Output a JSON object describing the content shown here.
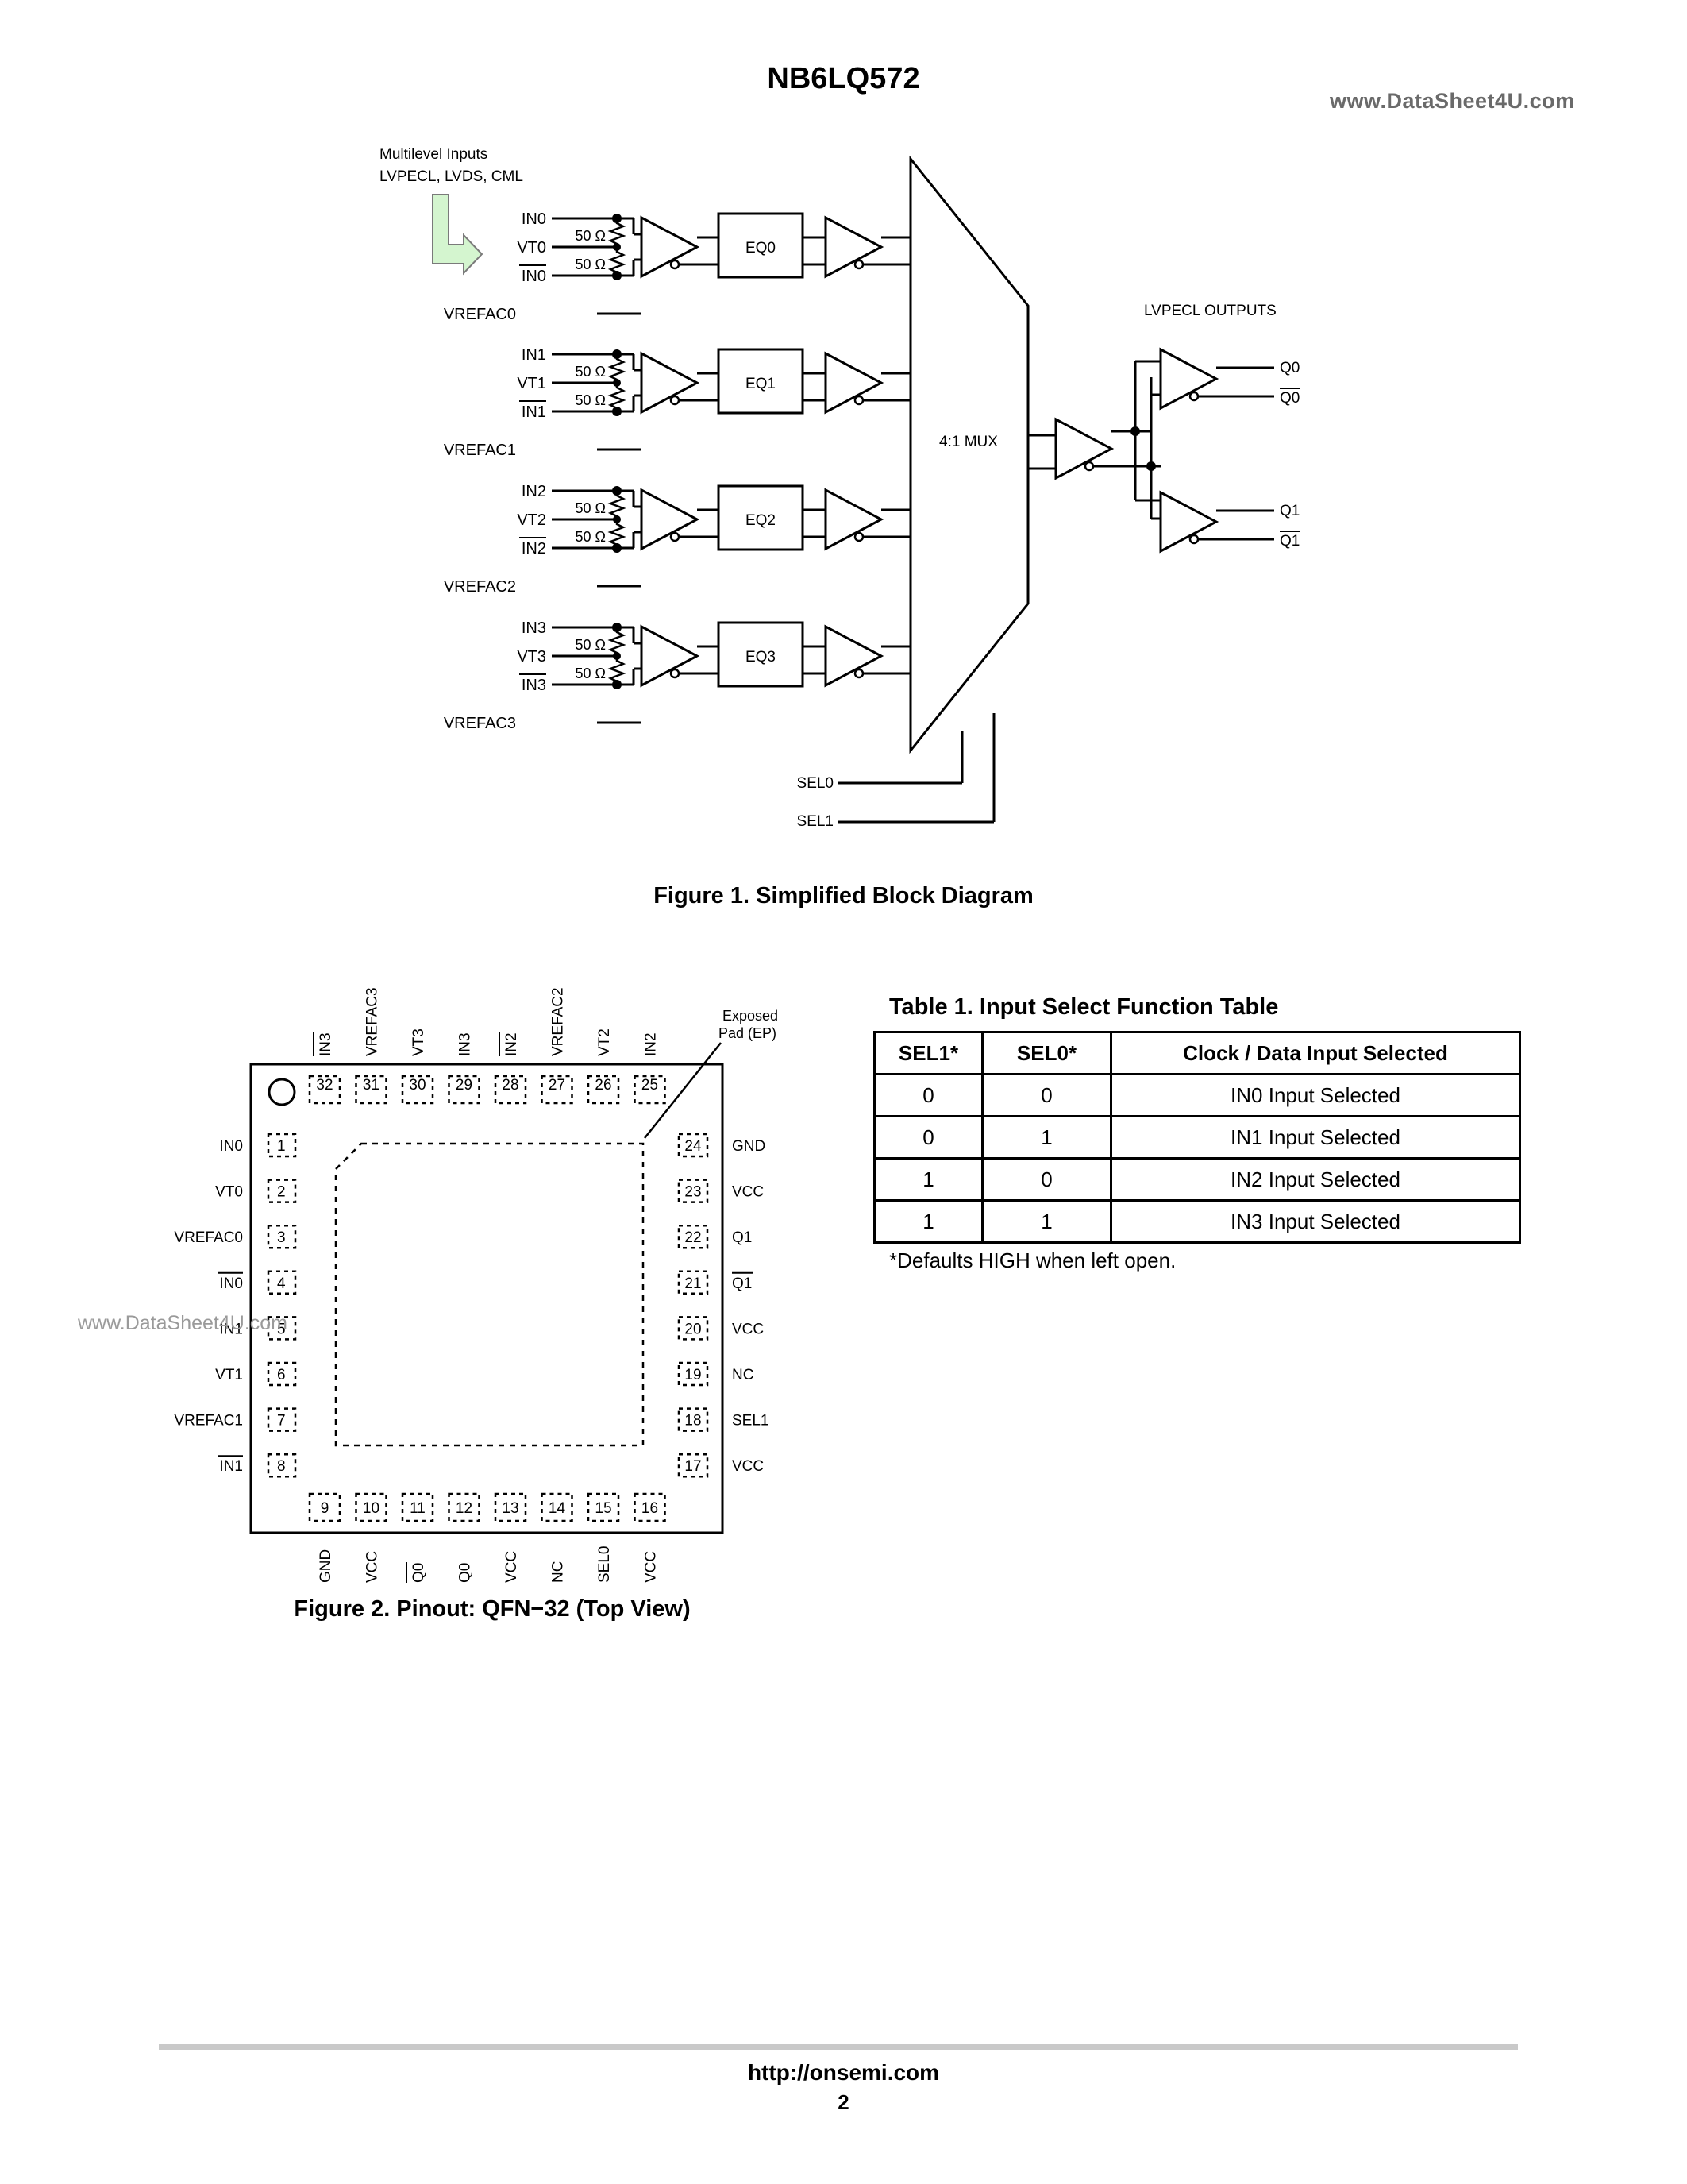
{
  "header": {
    "part_number": "NB6LQ572",
    "watermark": "www.DataSheet4U.com"
  },
  "figure1": {
    "input_note_line1": "Multilevel Inputs",
    "input_note_line2": "LVPECL, LVDS, CML",
    "resistor_label": "50 Ω",
    "channels": [
      {
        "in": "IN0",
        "vt": "VT0",
        "inb": "IN0",
        "vref": "VREFAC0",
        "eq": "EQ0",
        "mux_in": "0"
      },
      {
        "in": "IN1",
        "vt": "VT1",
        "inb": "IN1",
        "vref": "VREFAC1",
        "eq": "EQ1",
        "mux_in": "1"
      },
      {
        "in": "IN2",
        "vt": "VT2",
        "inb": "IN2",
        "vref": "VREFAC2",
        "eq": "EQ2",
        "mux_in": "2"
      },
      {
        "in": "IN3",
        "vt": "VT3",
        "inb": "IN3",
        "vref": "VREFAC3",
        "eq": "EQ3",
        "mux_in": "3"
      }
    ],
    "mux_label": "4:1 MUX",
    "outputs_label": "LVPECL OUTPUTS",
    "outputs": [
      "Q0",
      "Q0",
      "Q1",
      "Q1"
    ],
    "selects": [
      "SEL0",
      "SEL1"
    ],
    "caption": "Figure 1. Simplified Block Diagram"
  },
  "figure2": {
    "exposed_pad_line1": "Exposed",
    "exposed_pad_line2": "Pad (EP)",
    "left_pins": [
      {
        "num": "1",
        "name": "IN0",
        "bar": false
      },
      {
        "num": "2",
        "name": "VT0",
        "bar": false
      },
      {
        "num": "3",
        "name": "VREFAC0",
        "bar": false
      },
      {
        "num": "4",
        "name": "IN0",
        "bar": true
      },
      {
        "num": "5",
        "name": "IN1",
        "bar": false
      },
      {
        "num": "6",
        "name": "VT1",
        "bar": false
      },
      {
        "num": "7",
        "name": "VREFAC1",
        "bar": false
      },
      {
        "num": "8",
        "name": "IN1",
        "bar": true
      }
    ],
    "right_pins": [
      {
        "num": "24",
        "name": "GND",
        "bar": false
      },
      {
        "num": "23",
        "name": "VCC",
        "bar": false
      },
      {
        "num": "22",
        "name": "Q1",
        "bar": false
      },
      {
        "num": "21",
        "name": "Q1",
        "bar": true
      },
      {
        "num": "20",
        "name": "VCC",
        "bar": false
      },
      {
        "num": "19",
        "name": "NC",
        "bar": false
      },
      {
        "num": "18",
        "name": "SEL1",
        "bar": false
      },
      {
        "num": "17",
        "name": "VCC",
        "bar": false
      }
    ],
    "top_pins": [
      {
        "num": "32",
        "name": "IN3",
        "bar": true
      },
      {
        "num": "31",
        "name": "VREFAC3",
        "bar": false
      },
      {
        "num": "30",
        "name": "VT3",
        "bar": false
      },
      {
        "num": "29",
        "name": "IN3",
        "bar": false
      },
      {
        "num": "28",
        "name": "IN2",
        "bar": true
      },
      {
        "num": "27",
        "name": "VREFAC2",
        "bar": false
      },
      {
        "num": "26",
        "name": "VT2",
        "bar": false
      },
      {
        "num": "25",
        "name": "IN2",
        "bar": false
      }
    ],
    "bottom_pins": [
      {
        "num": "9",
        "name": "GND",
        "bar": false
      },
      {
        "num": "10",
        "name": "VCC",
        "bar": false
      },
      {
        "num": "11",
        "name": "Q0",
        "bar": true
      },
      {
        "num": "12",
        "name": "Q0",
        "bar": false
      },
      {
        "num": "13",
        "name": "VCC",
        "bar": false
      },
      {
        "num": "14",
        "name": "NC",
        "bar": false
      },
      {
        "num": "15",
        "name": "SEL0",
        "bar": false
      },
      {
        "num": "16",
        "name": "VCC",
        "bar": false
      }
    ],
    "caption": "Figure 2. Pinout: QFN−32 (Top View)"
  },
  "table1": {
    "title": "Table 1. Input Select Function Table",
    "headers": [
      "SEL1*",
      "SEL0*",
      "Clock / Data Input Selected"
    ],
    "rows": [
      [
        "0",
        "0",
        "IN0 Input Selected"
      ],
      [
        "0",
        "1",
        "IN1 Input Selected"
      ],
      [
        "1",
        "0",
        "IN2 Input Selected"
      ],
      [
        "1",
        "1",
        "IN3 Input Selected"
      ]
    ],
    "footnote": "*Defaults HIGH when left open."
  },
  "footer": {
    "url": "http://onsemi.com",
    "page": "2"
  }
}
